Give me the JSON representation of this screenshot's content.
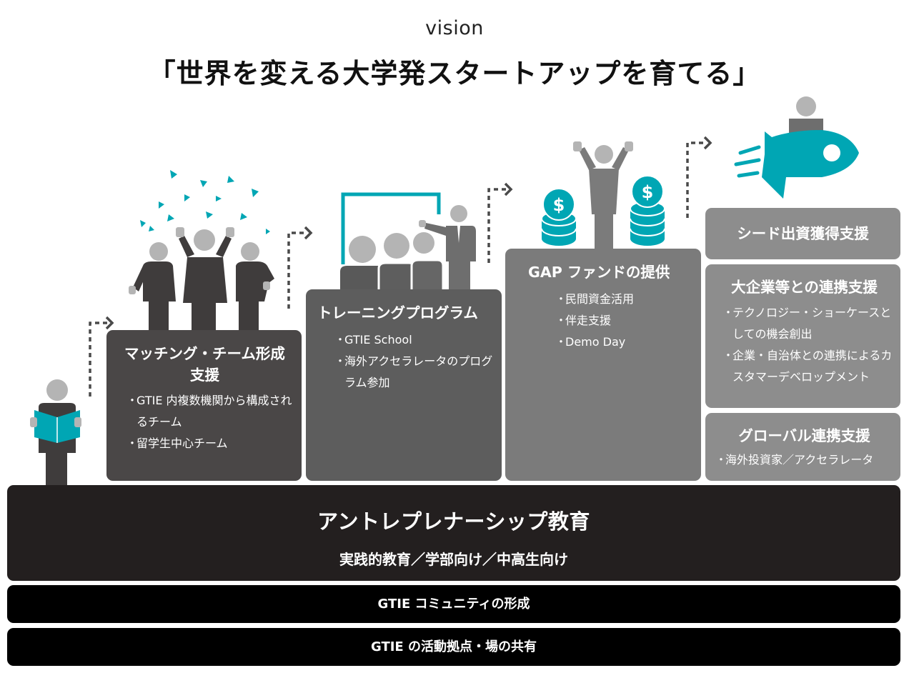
{
  "header": {
    "vision": "vision",
    "headline": "「世界を変える大学発スタートアップを育てる」"
  },
  "steps": [
    {
      "title_lines": [
        "マッチング・チーム形成",
        "支援"
      ],
      "items": [
        "GTIE 内複数機関から構成されるチーム",
        "留学生中心チーム"
      ]
    },
    {
      "title": "トレーニングプログラム",
      "items": [
        "GTIE School",
        "海外アクセラレータのプログラム参加"
      ]
    },
    {
      "title": "GAP ファンドの提供",
      "items": [
        "民間資金活用",
        "伴走支援",
        "Demo Day"
      ]
    }
  ],
  "right_boxes": [
    {
      "title": "シード出資獲得支援",
      "items": []
    },
    {
      "title": "大企業等との連携支援",
      "items": [
        "テクノロジー・ショーケースとしての機会創出",
        "企業・自治体との連携によるカスタマーデベロップメント"
      ]
    },
    {
      "title": "グローバル連携支援",
      "items": [
        "海外投資家／アクセラレータ"
      ]
    }
  ],
  "foundation": {
    "title": "アントレプレナーシップ教育",
    "subtitle": "実践的教育／学部向け／中高生向け"
  },
  "strips": [
    "GTIE コミュニティの形成",
    "GTIE の活動拠点・場の共有"
  ],
  "icons": {
    "coin_symbol": "$",
    "names": [
      "reading-person-icon",
      "celebrating-team-icon",
      "presentation-icon",
      "money-stack-icon",
      "rocket-icon",
      "dashed-arrow-icon"
    ]
  },
  "colors": {
    "accent": "#00a6b4",
    "figure_dark": "#3f3c3c",
    "figure_mid": "#6e6e6e",
    "figure_light": "#b4b4b4",
    "box_step1": "#4a4747",
    "box_step2": "#5d5d5d",
    "box_step3": "#7b7b7b",
    "box_right": "#8d8d8d",
    "base": "#231f1f",
    "strip": "#000000"
  }
}
